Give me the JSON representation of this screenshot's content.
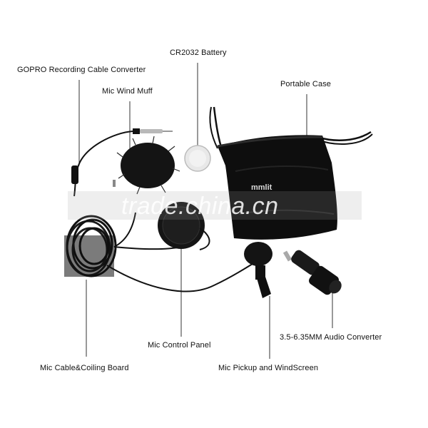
{
  "labels": {
    "gopro": "GOPRO Recording Cable Converter",
    "battery": "CR2032 Battery",
    "wind_muff": "Mic Wind Muff",
    "case": "Portable Case",
    "control_panel": "Mic Control Panel",
    "audio_converter": "3.5-6.35MM Audio Converter",
    "cable": "Mic Cable&Coiling Board",
    "pickup": "Mic Pickup and WindScreen"
  },
  "watermark": "trade.china.cn",
  "brand": "mmlit",
  "colors": {
    "background": "#ffffff",
    "product": "#111111",
    "label": "#111111",
    "leader_line": "#333333"
  }
}
